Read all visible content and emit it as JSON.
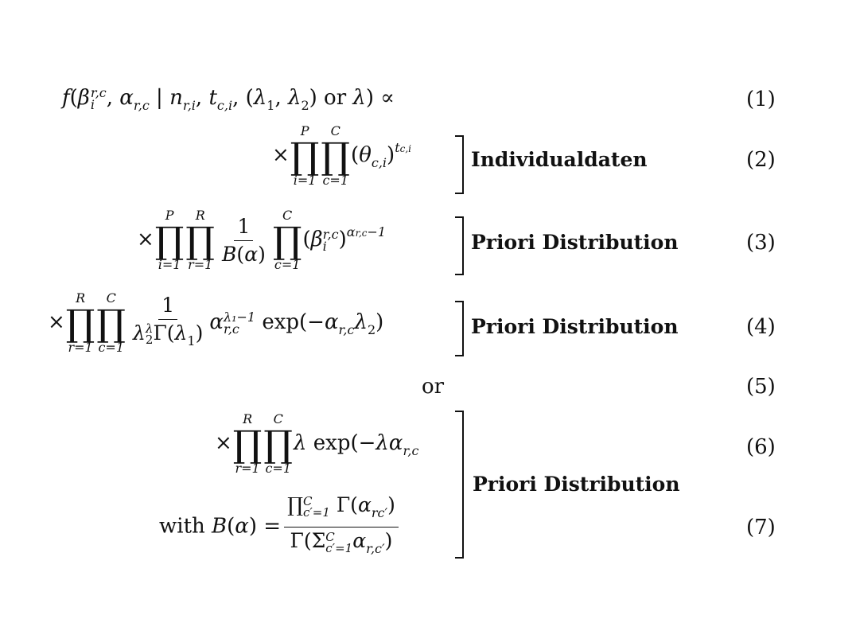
{
  "equations": [
    {
      "number": "(1)"
    },
    {
      "number": "(2)"
    },
    {
      "number": "(3)"
    },
    {
      "number": "(4)"
    },
    {
      "number": "(5)",
      "text": "or"
    },
    {
      "number": "(6)"
    },
    {
      "number": "(7)",
      "prefix": "with"
    }
  ],
  "labels": {
    "individual": "Individualdaten",
    "priori_1": "Priori Distribution",
    "priori_2": "Priori Distribution",
    "priori_3": "Priori Distribution"
  }
}
